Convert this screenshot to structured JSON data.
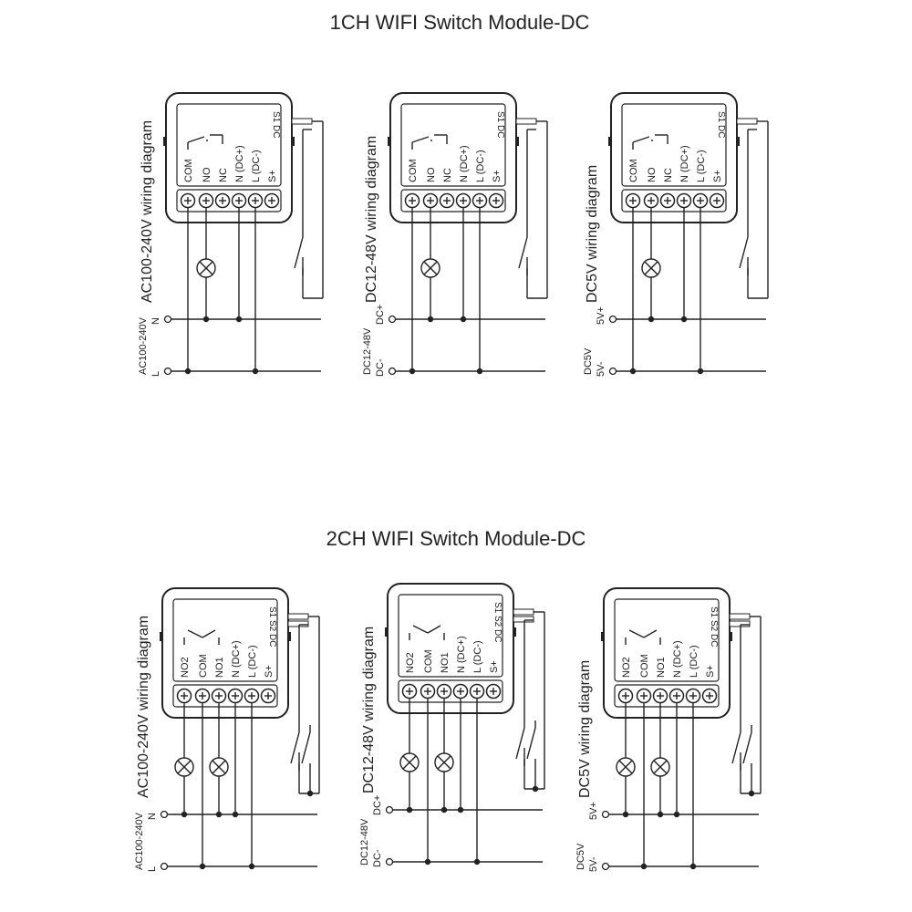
{
  "sections": [
    {
      "title": "1CH WIFI Switch Module-DC",
      "channels": 1,
      "diagrams": [
        {
          "label": "AC100-240V wiring diagram",
          "terminals": [
            "COM",
            "NO",
            "NC",
            "N (DC+)",
            "L (DC-)",
            "S+"
          ],
          "side_label": "S1 DC",
          "supply_label": "AC100-240V",
          "line_top": "N",
          "line_bottom": "L"
        },
        {
          "label": "DC12-48V wiring diagram",
          "terminals": [
            "COM",
            "NO",
            "NC",
            "N (DC+)",
            "L (DC-)",
            "S+"
          ],
          "side_label": "S1 DC",
          "supply_label": "DC12-48V",
          "line_top": "DC+",
          "line_bottom": "DC-"
        },
        {
          "label": "DC5V wiring diagram",
          "terminals": [
            "COM",
            "NO",
            "NC",
            "N (DC+)",
            "L (DC-)",
            "S+"
          ],
          "side_label": "S1 DC",
          "supply_label": "DC5V",
          "line_top": "5V+",
          "line_bottom": "5V-"
        }
      ]
    },
    {
      "title": "2CH WIFI Switch Module-DC",
      "channels": 2,
      "diagrams": [
        {
          "label": "AC100-240V wiring diagram",
          "terminals": [
            "NO2",
            "COM",
            "NO1",
            "N (DC+)",
            "L (DC-)",
            "S+"
          ],
          "side_label": "S1 S2 DC",
          "supply_label": "AC100-240V",
          "line_top": "N",
          "line_bottom": "L"
        },
        {
          "label": "DC12-48V wiring diagram",
          "terminals": [
            "NO2",
            "COM",
            "NO1",
            "N (DC+)",
            "L (DC-)",
            "S+"
          ],
          "side_label": "S1 S2 DC",
          "supply_label": "DC12-48V",
          "line_top": "DC+",
          "line_bottom": "DC-"
        },
        {
          "label": "DC5V wiring diagram",
          "terminals": [
            "NO2",
            "COM",
            "NO1",
            "N (DC+)",
            "L (DC-)",
            "S+"
          ],
          "side_label": "S1 S2 DC",
          "supply_label": "DC5V",
          "line_top": "5V+",
          "line_bottom": "5V-"
        }
      ]
    }
  ]
}
